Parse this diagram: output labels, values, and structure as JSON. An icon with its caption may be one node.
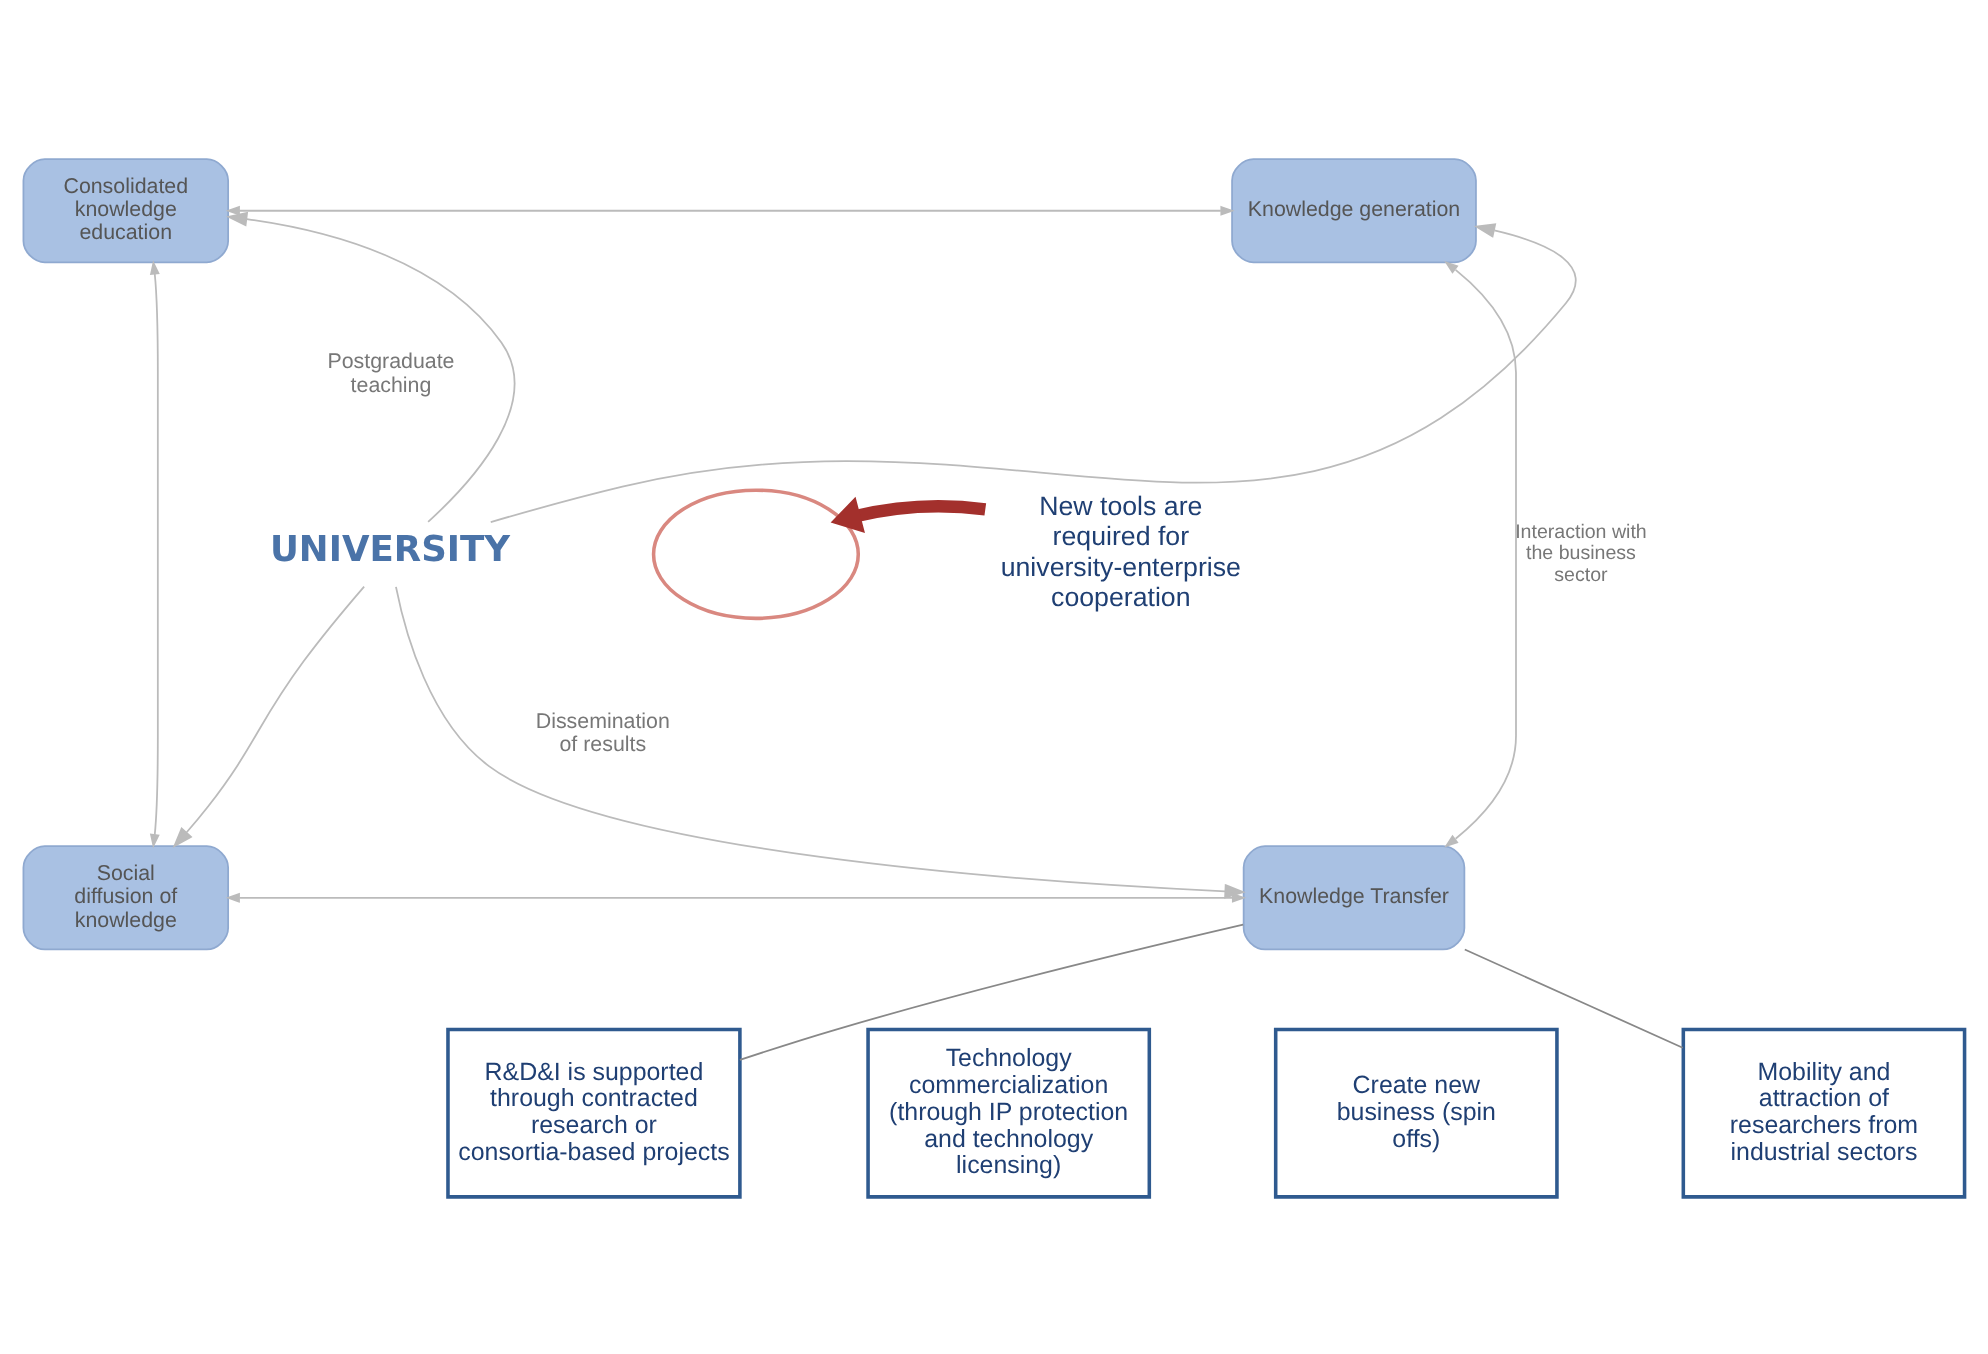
{
  "diagram": {
    "nodes": [
      {
        "text": [],
        "shape": "ellipse"
      },
      {
        "text": [
          "Consolidated knowledge education"
        ]
      },
      {
        "text": [
          "Knowledge generation"
        ]
      },
      {
        "text": [
          "UNIVERSITY"
        ]
      },
      {
        "text": [
          "Social diffusion of knowledge"
        ]
      },
      {
        "text": [
          "Knowledge Transfer"
        ]
      },
      {
        "text": [
          "R&D&I is supported through contracted research or consortia-based projects"
        ]
      },
      {
        "text": [
          "Technology commercialization (through IP protection and technology licensing)"
        ]
      },
      {
        "text": [
          "Create new business (spin offs)"
        ]
      },
      {
        "text": [
          "Mobility and attraction of researchers from industrial sectors"
        ]
      },
      {
        "text": [
          "New tools are required for university-enterprise cooperation"
        ]
      }
    ],
    "edges": [
      {
        "from": 1,
        "to": 2,
        "arrow": "both"
      },
      {
        "from": 1,
        "to": 4,
        "arrow": "both"
      },
      {
        "from": 2,
        "to": 5,
        "arrow": "both",
        "label": "Interaction with the business sector"
      },
      {
        "from": 4,
        "to": 5,
        "arrow": "both"
      },
      {
        "from": 3,
        "to": 1,
        "arrow": "to"
      },
      {
        "from": 3,
        "to": 2,
        "arrow": "to"
      },
      {
        "from": 3,
        "to": 4,
        "arrow": "to"
      },
      {
        "from": 3,
        "to": 5,
        "arrow": "to"
      },
      {
        "from": 5,
        "to": 6,
        "arrow": "none",
        "color": "#888888"
      },
      {
        "from": 5,
        "to": 9,
        "arrow": "none",
        "color": "#888888"
      },
      {
        "from": 10,
        "to": 0,
        "arrow": "to",
        "style": "thick",
        "color": "#a3302c"
      }
    ],
    "labels": [
      "Postgraduate teaching",
      "Dissemination of results"
    ]
  }
}
